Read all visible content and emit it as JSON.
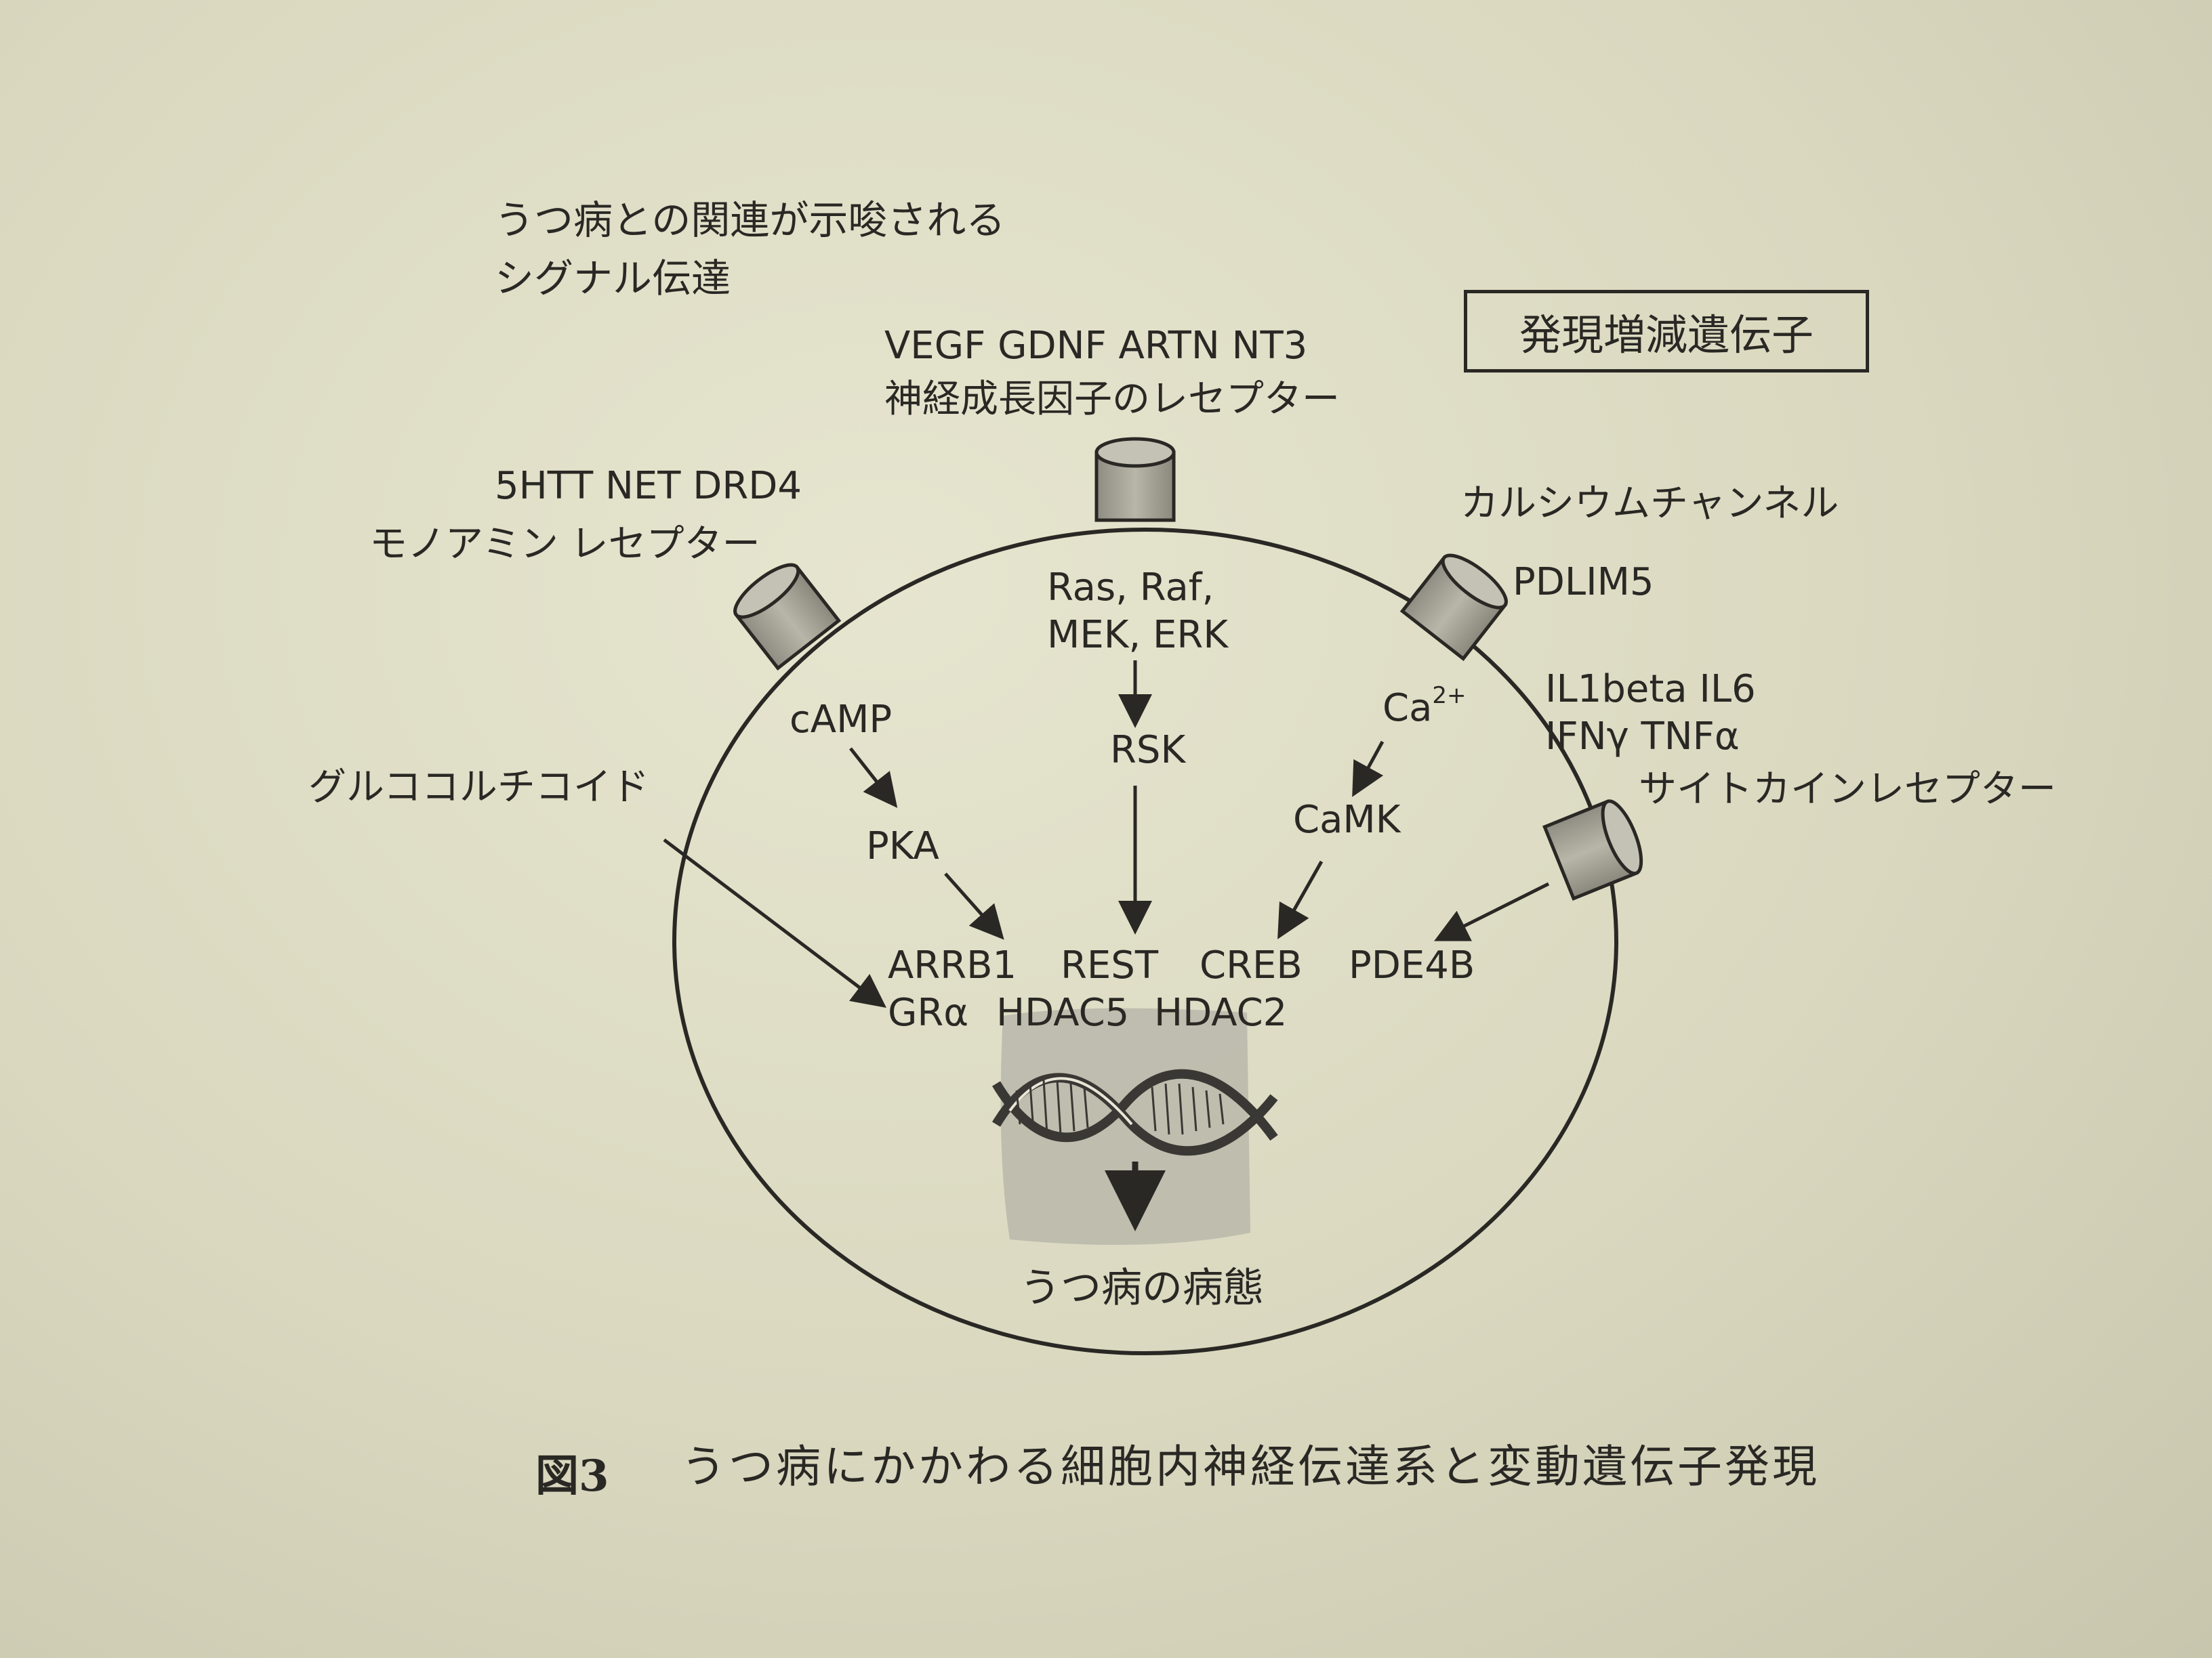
{
  "title": {
    "line1": "うつ病との関連が示唆される",
    "line2": "シグナル伝達"
  },
  "legend_box": "発現増減遺伝子",
  "receptors": {
    "growth_factor": {
      "genes": "VEGF GDNF ARTN NT3",
      "label": "神経成長因子のレセプター"
    },
    "monoamine": {
      "genes": "5HTT NET DRD4",
      "label": "モノアミン レセプター"
    },
    "calcium": {
      "label": "カルシウムチャンネル",
      "gene": "PDLIM5"
    },
    "cytokine": {
      "genes_line1": "IL1beta IL6",
      "genes_line2": "IFNγ TNFα",
      "label": "サイトカインレセプター"
    }
  },
  "external": {
    "glucocorticoid": "グルココルチコイド"
  },
  "pathways": {
    "ras_line1": "Ras, Raf,",
    "ras_line2": "MEK, ERK",
    "rsk": "RSK",
    "camp": "cAMP",
    "pka": "PKA",
    "ca": "Ca",
    "ca_sup": "2+",
    "camk": "CaMK"
  },
  "targets": {
    "arrb1": "ARRB1",
    "rest": "REST",
    "creb": "CREB",
    "pde4b": "PDE4B",
    "gra": "GRα",
    "hdac5": "HDAC5",
    "hdac2": "HDAC2"
  },
  "outcome": "うつ病の病態",
  "caption": {
    "number": "図3",
    "text": "うつ病にかかわる細胞内神経伝達系と変動遺伝子発現"
  },
  "colors": {
    "ink": "#2a2824",
    "receptor_fill": "#a9a79a",
    "dna_bg": "#b9b7aa"
  }
}
